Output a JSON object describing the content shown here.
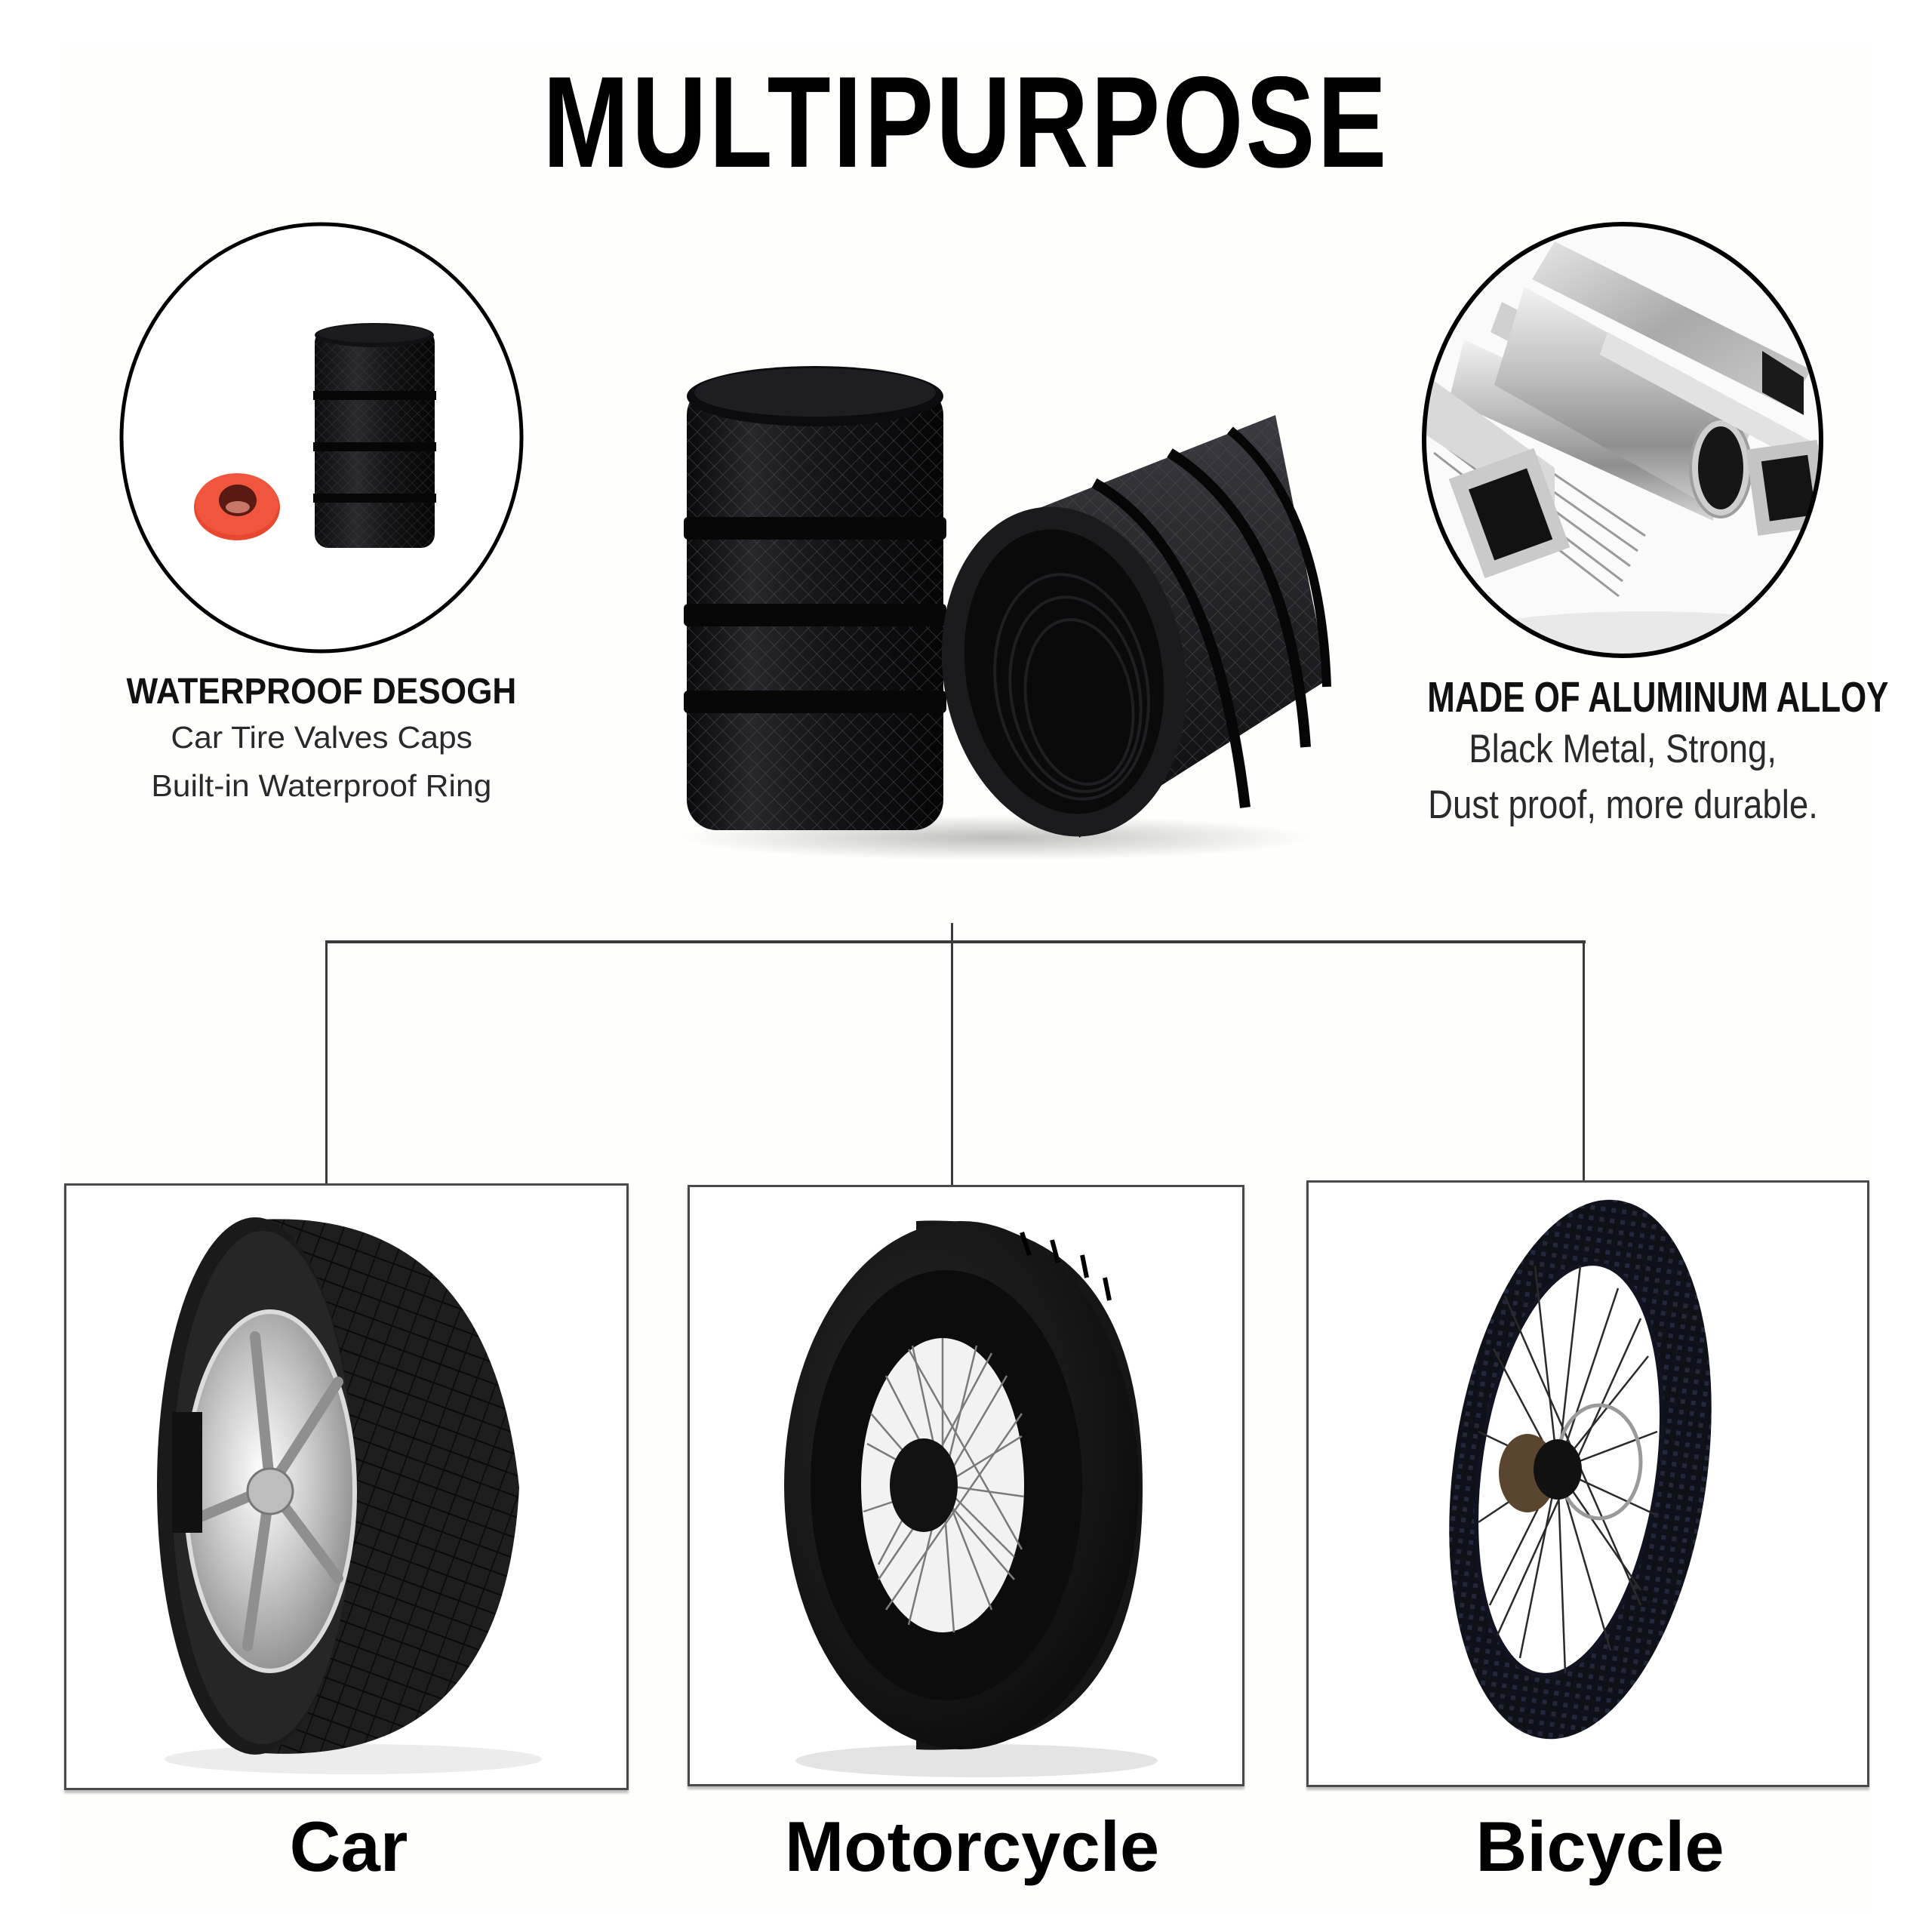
{
  "title": "MULTIPURPOSE",
  "features": {
    "left": {
      "heading": "WATERPROOF DESOGH",
      "lines": [
        "Car Tire Valves Caps",
        "Built-in Waterproof Ring"
      ],
      "image": "valve-cap-with-red-waterproof-ring"
    },
    "right": {
      "heading": "MADE OF ALUMINUM ALLOY",
      "lines": [
        "Black Metal, Strong,",
        "Dust proof, more durable."
      ],
      "image": "aluminum-alloy-tubes"
    },
    "center": {
      "image": "two-black-knurled-valve-caps"
    }
  },
  "applications": [
    {
      "label": "Car",
      "image": "car-tire-with-chrome-rim"
    },
    {
      "label": "Motorcycle",
      "image": "motorcycle-tire-with-spoked-wheel"
    },
    {
      "label": "Bicycle",
      "image": "bicycle-wheel-with-knobby-tire"
    }
  ],
  "colors": {
    "background": "#ffffff",
    "text": "#000000",
    "connector": "#3a3a3a",
    "box_border": "#4a4a4a",
    "cap_black": "#151517",
    "washer_orange": "#f0553d",
    "aluminum": "#b8b8b8"
  }
}
